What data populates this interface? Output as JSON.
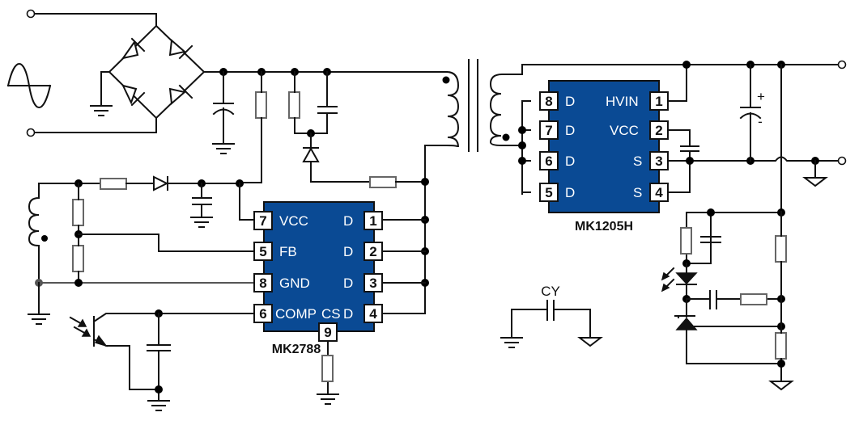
{
  "diagram": {
    "type": "flyback power supply schematic",
    "colors": {
      "ic_fill": "#0a4a94",
      "wire": "#111111",
      "pin_label": "#ffffff"
    },
    "primary_ic": {
      "name": "MK2788",
      "pins": [
        {
          "num": "7",
          "label": "VCC",
          "side": "left"
        },
        {
          "num": "5",
          "label": "FB",
          "side": "left"
        },
        {
          "num": "8",
          "label": "GND",
          "side": "left"
        },
        {
          "num": "6",
          "label": "COMP",
          "side": "left"
        },
        {
          "num": "1",
          "label": "D",
          "side": "right"
        },
        {
          "num": "2",
          "label": "D",
          "side": "right"
        },
        {
          "num": "3",
          "label": "D",
          "side": "right"
        },
        {
          "num": "4",
          "label": "D",
          "side": "right"
        },
        {
          "num": "9",
          "label": "CS",
          "side": "bottom"
        }
      ]
    },
    "secondary_ic": {
      "name": "MK1205H",
      "pins": [
        {
          "num": "8",
          "label": "D",
          "side": "left"
        },
        {
          "num": "7",
          "label": "D",
          "side": "left"
        },
        {
          "num": "6",
          "label": "D",
          "side": "left"
        },
        {
          "num": "5",
          "label": "D",
          "side": "left"
        },
        {
          "num": "1",
          "label": "HVIN",
          "side": "right"
        },
        {
          "num": "2",
          "label": "VCC",
          "side": "right"
        },
        {
          "num": "3",
          "label": "S",
          "side": "right"
        },
        {
          "num": "4",
          "label": "S",
          "side": "right"
        }
      ]
    },
    "labels": {
      "cy": "CY",
      "plus": "+",
      "minus": "-"
    }
  }
}
